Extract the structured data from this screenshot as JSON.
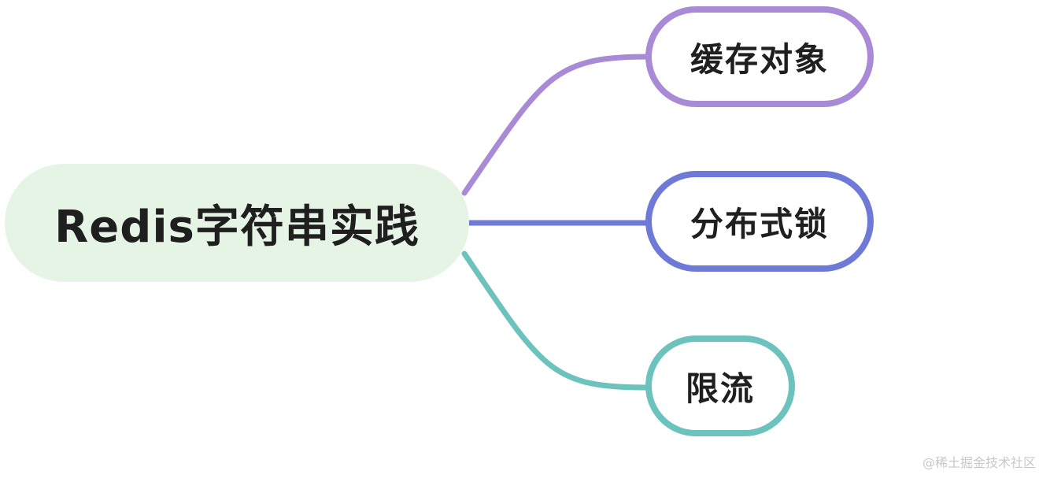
{
  "mindmap": {
    "root": {
      "label": "Redis字符串实践"
    },
    "children": [
      {
        "id": "cache",
        "label": "缓存对象",
        "color": "#a88ad6"
      },
      {
        "id": "lock",
        "label": "分布式锁",
        "color": "#6f7ad8"
      },
      {
        "id": "limit",
        "label": "限流",
        "color": "#6cc2bd"
      }
    ],
    "background": "#ffffff",
    "root_fill": "#e6f4e5"
  },
  "watermark": "@稀土掘金技术社区"
}
